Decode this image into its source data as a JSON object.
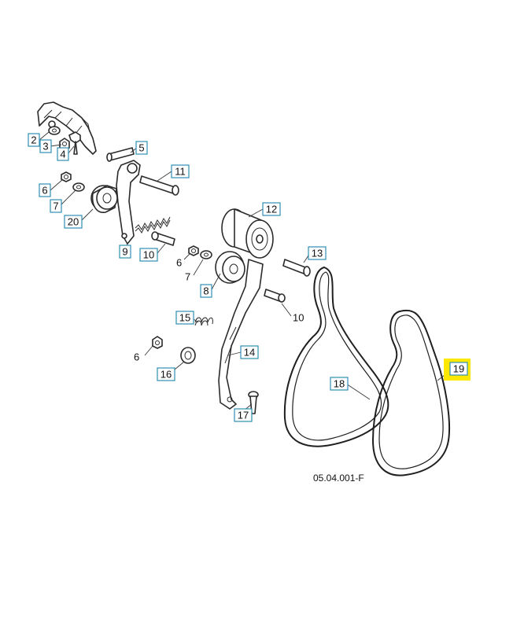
{
  "callouts": {
    "c2": "2",
    "c3": "3",
    "c4": "4",
    "c5": "5",
    "c6a": "6",
    "c7a": "7",
    "c20": "20",
    "c11": "11",
    "c9": "9",
    "c10a": "10",
    "c12": "12",
    "c6b": "6",
    "c7b": "7",
    "c8": "8",
    "c13": "13",
    "c10b": "10",
    "c15": "15",
    "c14": "14",
    "c6c": "6",
    "c16": "16",
    "c17": "17",
    "c18": "18",
    "c19": "19"
  },
  "reference_code": "05.04.001-F",
  "colors": {
    "callout_border": "#2f8fb4",
    "highlight": "#ffe800",
    "line": "#2b2b2b"
  }
}
